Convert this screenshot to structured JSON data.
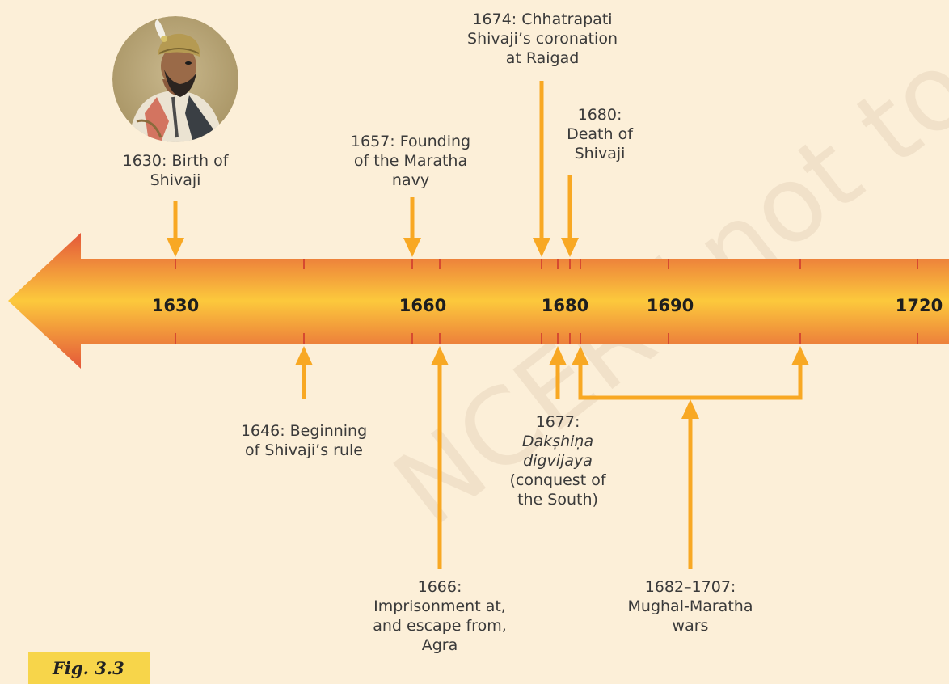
{
  "watermark": "NCERT not to be republished",
  "figure_label": "Fig. 3.3",
  "portrait": {
    "subject": "Shivaji portrait"
  },
  "years": [
    {
      "id": "y1630",
      "text": "1630"
    },
    {
      "id": "y1660",
      "text": "1660"
    },
    {
      "id": "y1680",
      "text": "1680"
    },
    {
      "id": "y1690",
      "text": "1690"
    },
    {
      "id": "y1720",
      "text": "1720"
    }
  ],
  "events_above": [
    {
      "id": "birth",
      "lines": [
        "1630: Birth of",
        "Shivaji"
      ]
    },
    {
      "id": "navy",
      "lines": [
        "1657: Founding",
        "of the Maratha",
        "navy"
      ]
    },
    {
      "id": "coronation",
      "lines": [
        "1674: Chhatrapati",
        "Shivaji’s coronation",
        "at Raigad"
      ]
    },
    {
      "id": "death",
      "lines": [
        "1680:",
        "Death of",
        "Shivaji"
      ]
    }
  ],
  "events_below": [
    {
      "id": "rule",
      "lines": [
        "1646: Beginning",
        "of Shivaji’s rule"
      ]
    },
    {
      "id": "conquest",
      "lines": [
        "1677:",
        "Dakṣhiṇa",
        "digvijaya",
        "(conquest of",
        "the South)"
      ]
    },
    {
      "id": "agra",
      "lines": [
        "1666:",
        "Imprisonment at,",
        "and escape from,",
        "Agra"
      ]
    },
    {
      "id": "wars",
      "lines": [
        "1682–1707:",
        "Mughal-Maratha",
        "wars"
      ]
    }
  ],
  "colors": {
    "background": "#fcefd8",
    "band_center": "#fcc93c",
    "band_edge": "#e4573a",
    "connector": "#f8a823",
    "tick": "#d64a30"
  }
}
